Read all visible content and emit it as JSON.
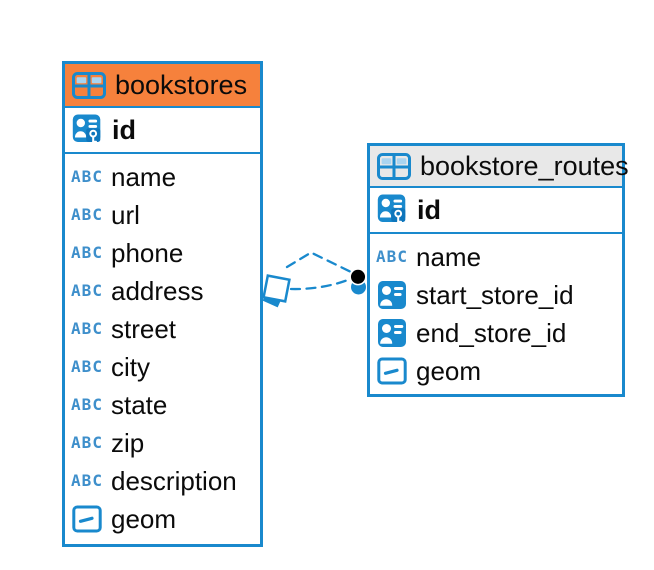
{
  "colors": {
    "accent": "#1989CD",
    "header-orange": "#F6813C",
    "header-gray": "#E8E8E8",
    "cell-lightblue": "#A9D4F0",
    "abc-blue": "#3E8FCB",
    "key-badge-blue": "#0E76BC",
    "text": "#0B0B0B"
  },
  "icons": {
    "text_type_glyph": "ABC"
  },
  "diagram": {
    "tables": [
      {
        "title": "bookstores",
        "primary_key": "id",
        "fields": [
          {
            "type": "text",
            "label": "name"
          },
          {
            "type": "text",
            "label": "url"
          },
          {
            "type": "text",
            "label": "phone"
          },
          {
            "type": "text",
            "label": "address"
          },
          {
            "type": "text",
            "label": "street"
          },
          {
            "type": "text",
            "label": "city"
          },
          {
            "type": "text",
            "label": "state"
          },
          {
            "type": "text",
            "label": "zip"
          },
          {
            "type": "text",
            "label": "description"
          },
          {
            "type": "geometry",
            "label": "geom"
          }
        ]
      },
      {
        "title": "bookstore_routes",
        "primary_key": "id",
        "fields": [
          {
            "type": "text",
            "label": "name"
          },
          {
            "type": "reference",
            "label": "start_store_id"
          },
          {
            "type": "reference",
            "label": "end_store_id"
          },
          {
            "type": "geometry",
            "label": "geom"
          }
        ]
      }
    ],
    "relationship": {
      "from_table": "bookstores",
      "to_table": "bookstore_routes",
      "style": "dashed"
    }
  }
}
